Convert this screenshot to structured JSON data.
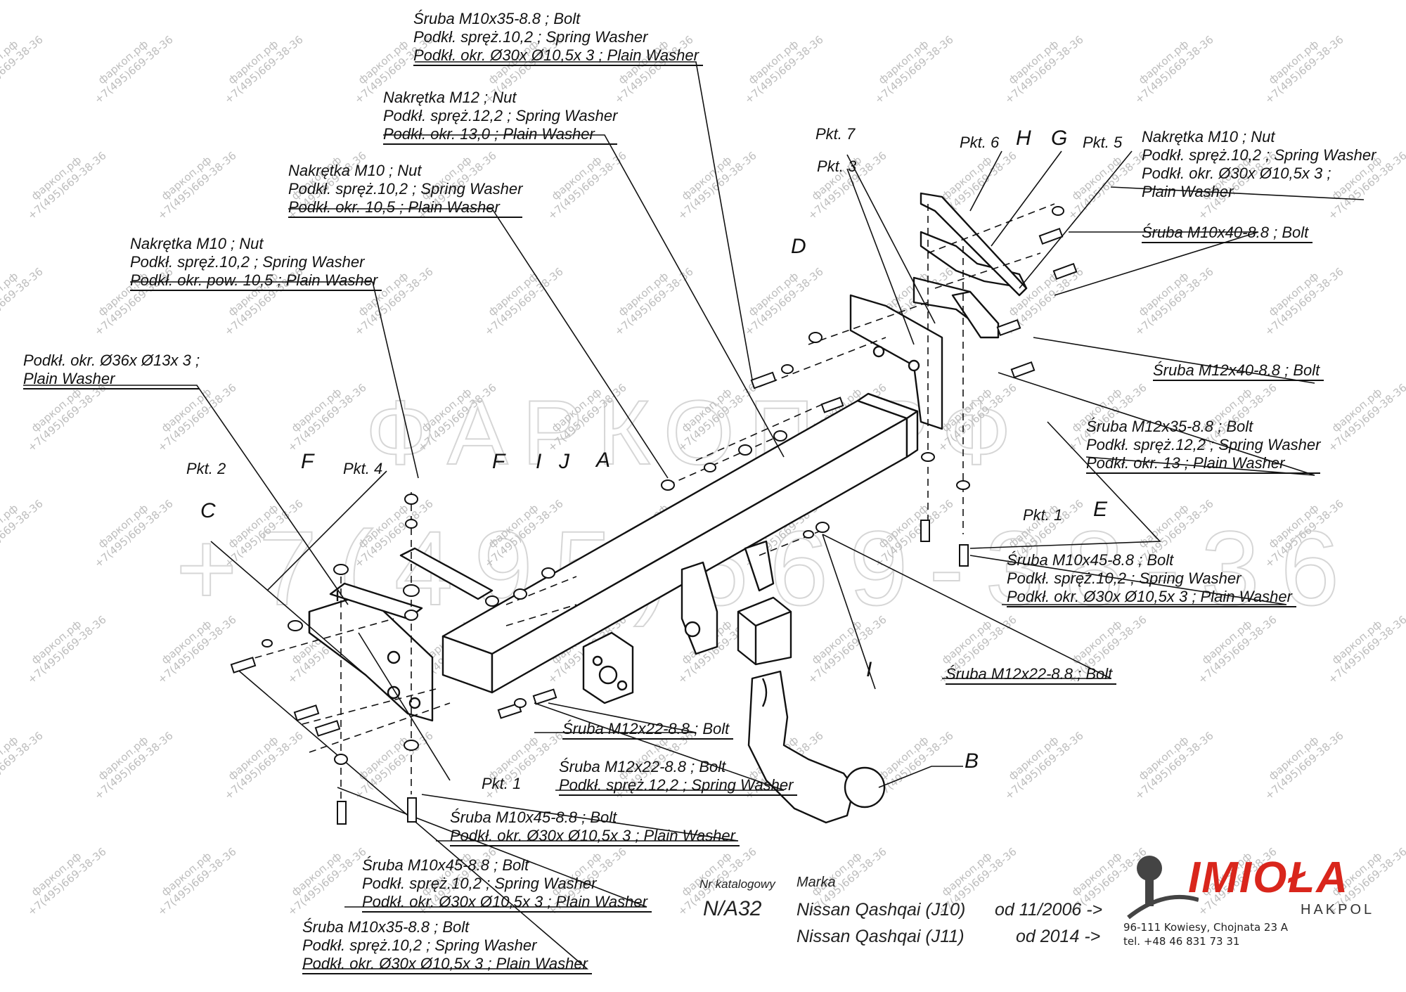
{
  "watermark": {
    "site": "фаркоп.рф",
    "phone": "+7(495)669-38-36",
    "big_text": "ФАРКОП.РФ",
    "big_phone": "+7(495)669-38-36"
  },
  "labels": {
    "top_bolt": [
      "Śruba M10x35-8.8 ;  Bolt",
      "Podkł. spręż.10,2 ; Spring Washer",
      "Podkł. okr.  Ø30x Ø10,5x 3 ; Plain Washer"
    ],
    "nut_m12": [
      "Nakrętka  M12 ; Nut",
      "Podkł. spręż.12,2 ; Spring Washer",
      "Podkł. okr. 13,0 ; Plain Washer"
    ],
    "nut_m10_a": [
      "Nakrętka  M10 ; Nut",
      "Podkł. spręż.10,2 ; Spring Washer",
      "Podkł. okr. 10,5 ; Plain Washer"
    ],
    "nut_m10_b": [
      "Nakrętka  M10 ; Nut",
      "Podkł. spręż.10,2 ; Spring Washer",
      "Podkł. okr. pow. 10,5 ; Plain Washer"
    ],
    "plain_washer_36": [
      "Podkł. okr.  Ø36x Ø13x 3 ;",
      "Plain Washer"
    ],
    "right_nut_m10": [
      "Nakrętka  M10 ; Nut",
      "Podkł. spręż.10,2 ; Spring Washer",
      "Podkł. okr.  Ø30x Ø10,5x 3 ;",
      "Plain Washer"
    ],
    "bolt_m10x40": [
      "Śruba M10x40-8.8 ;  Bolt"
    ],
    "bolt_m12x40": [
      "Śruba M12x40-8.8 ;  Bolt"
    ],
    "bolt_m12x35": [
      "Śruba M12x35-8.8 ;  Bolt",
      "Podkł. spręż.12,2 ; Spring Washer",
      "Podkł. okr. 13 ; Plain Washer"
    ],
    "bolt_m10x45_right": [
      "Śruba M10x45-8.8 ;  Bolt",
      "Podkł. spręż.10,2 ; Spring Washer",
      "Podkł. okr.  Ø30x Ø10,5x 3 ; Plain Washer"
    ],
    "bolt_m12x22_right": [
      "Śruba M12x22-8.8 ;  Bolt"
    ],
    "bolt_m12x22_center": [
      "Śruba M12x22-8.8 ;  Bolt"
    ],
    "bolt_m12x22_spring": [
      "Śruba M12x22-8.8 ;  Bolt",
      "Podkł. spręż.12,2 ; Spring Washer"
    ],
    "bolt_m10x45_plain": [
      "Śruba M10x45-8.8 ;  Bolt",
      "Podkł. okr.  Ø30x Ø10,5x 3 ; Plain Washer"
    ],
    "bolt_m10x45_left": [
      "Śruba M10x45-8.8 ;  Bolt",
      "Podkł. spręż.10,2 ; Spring Washer",
      "Podkł. okr.  Ø30x Ø10,5x 3 ; Plain Washer"
    ],
    "bolt_m10x35_bottom": [
      "Śruba M10x35-8.8 ;  Bolt",
      "Podkł. spręż.10,2 ; Spring Washer",
      "Podkł. okr.  Ø30x Ø10,5x 3 ; Plain Washer"
    ]
  },
  "part_letters": {
    "A": "A",
    "B": "B",
    "C": "C",
    "D": "D",
    "E": "E",
    "F1": "F",
    "F2": "F",
    "G": "G",
    "H": "H",
    "I1": "I",
    "I2": "I",
    "J": "J"
  },
  "points": {
    "pkt1_left": "Pkt. 1",
    "pkt1_right": "Pkt. 1",
    "pkt2": "Pkt. 2",
    "pkt3": "Pkt. 3",
    "pkt4": "Pkt. 4",
    "pkt5": "Pkt. 5",
    "pkt6": "Pkt. 6",
    "pkt7": "Pkt. 7"
  },
  "catalog": {
    "nr_label": "Nr katalogowy",
    "nr_value": "N/A32",
    "marka_label": "Marka",
    "models": [
      {
        "name": "Nissan Qashqai (J10)",
        "from": "od 11/2006 ->"
      },
      {
        "name": "Nissan Qashqai (J11)",
        "from": "od 2014 ->"
      }
    ]
  },
  "brand": {
    "name": "IMIOŁA",
    "sub": "HAKPOL",
    "address": "96-111 Kowiesy, Chojnata 23 A",
    "phone": "tel. +48 46 831 73 31",
    "color": "#d9261c"
  }
}
